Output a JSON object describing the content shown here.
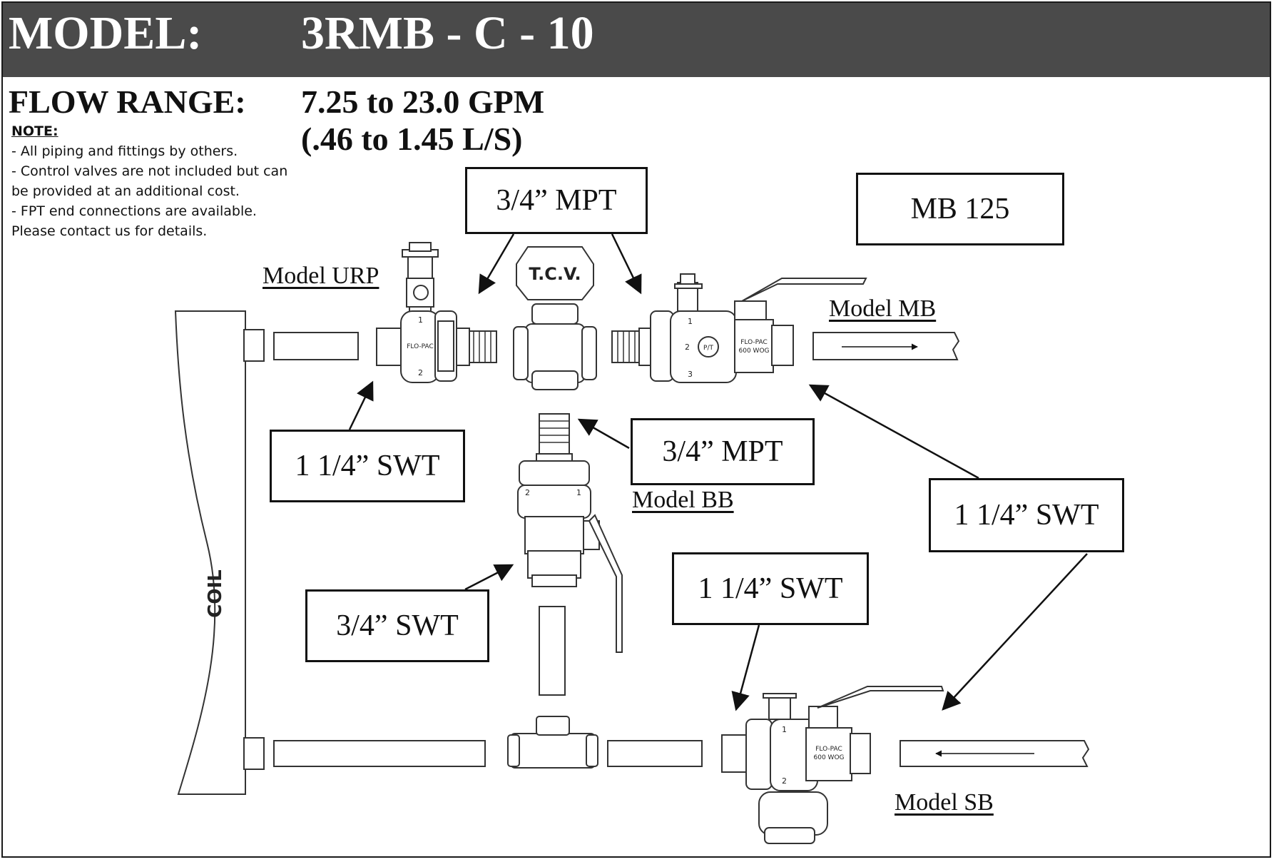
{
  "header": {
    "model_label": "MODEL:",
    "model_value": "3RMB - C - 10",
    "header_color": "#4a4a4a"
  },
  "flow": {
    "label": "FLOW RANGE:",
    "value_gpm": "7.25 to 23.0 GPM",
    "value_ls": "(.46 to 1.45 L/S)"
  },
  "note": {
    "title": "NOTE:",
    "lines": [
      "- All piping and fittings by others.",
      "- Control valves are not included but can",
      "be provided at an additional cost.",
      "- FPT end connections are available.",
      "Please contact us for details."
    ]
  },
  "callouts": {
    "mpt_top": "3/4” MPT",
    "mb125": "MB 125",
    "swt_left": "1 1/4” SWT",
    "mpt_mid": "3/4” MPT",
    "swt_right": "1 1/4” SWT",
    "swt_bottom": "1 1/4” SWT",
    "swt_34": "3/4” SWT"
  },
  "model_labels": {
    "urp": "Model URP",
    "mb": "Model MB",
    "bb": "Model BB",
    "sb": "Model SB"
  },
  "drawing": {
    "coil": "COIL",
    "tcv": "T.C.V.",
    "valve_brand": "FLO-PAC",
    "valve_rating": "600 WOG",
    "port_1": "1",
    "port_2": "2",
    "port_3": "3",
    "pt_tag": "P/T",
    "icons": [
      "arrow-icon",
      "coil-icon",
      "tcv-icon",
      "ball-valve-icon",
      "union-icon",
      "tee-fitting-icon",
      "pipe-icon"
    ]
  }
}
